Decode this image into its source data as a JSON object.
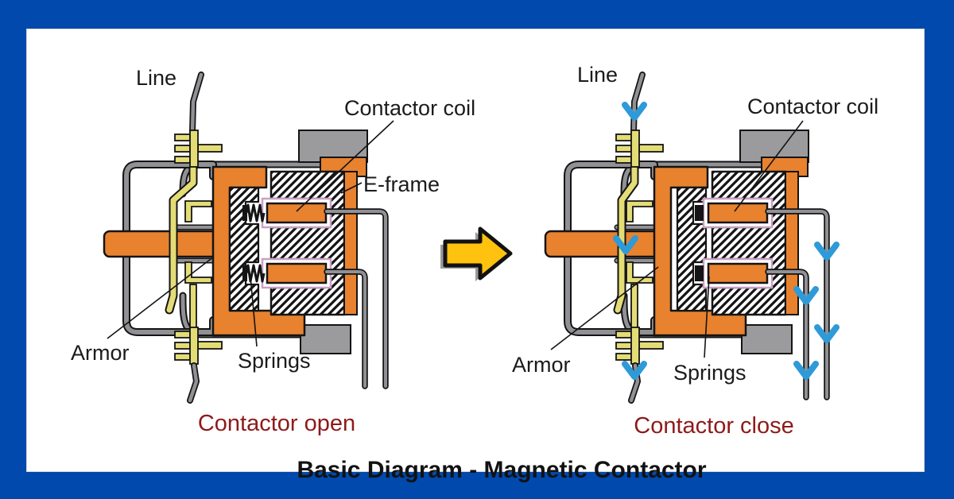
{
  "title": "Basic Diagram - Magnetic Contactor",
  "palette": {
    "frame_blue": "#0149AC",
    "white": "#ffffff",
    "orange": "#E8822E",
    "yellow": "#E4DD76",
    "gray": "#919195",
    "cap_gray": "#9B9B9D",
    "coil_ring_pink": "#C9A0C4",
    "flow_arrow_blue": "#2F9AD8",
    "caption_red": "#8E1A1A",
    "arrow_yellow": "#FFC20E",
    "arrow_shadow_gray": "#9a9a9a",
    "ink": "#141414"
  },
  "diagrams": [
    {
      "id": "open",
      "state": "open",
      "caption": "Contactor open",
      "labels": {
        "line": "Line",
        "contactor_coil": "Contactor coil",
        "e_frame": "E-frame",
        "armor": "Armor",
        "springs": "Springs"
      }
    },
    {
      "id": "close",
      "state": "close",
      "caption": "Contactor close",
      "labels": {
        "line": "Line",
        "contactor_coil": "Contactor coil",
        "armor": "Armor",
        "springs": "Springs"
      }
    }
  ],
  "transition_arrow": {
    "name": "right-arrow",
    "direction": "right"
  }
}
